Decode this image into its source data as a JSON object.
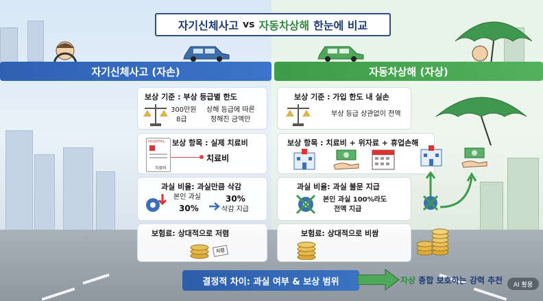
{
  "title": {
    "left": "자기신체사고",
    "vs": "vs",
    "right": "자동차상해",
    "suffix": "한눈에 비교"
  },
  "banners": {
    "left": "자기신체사고 (자손)",
    "right": "자동차상해 (자상)"
  },
  "left": {
    "basis": {
      "head": "보상 기준 : 부상 등급별 한도",
      "line1": "300만원",
      "line2": "8급",
      "line3": "상해 등급에 따른",
      "line4": "정해진 금액만"
    },
    "items": {
      "head": "보상 항목 : 실제 치료비",
      "doc_label": "HOSPITAL",
      "doc_footer": "치료비",
      "callout": "치료비"
    },
    "fault": {
      "head": "과실 비율: 과실만큼 삭감",
      "own": "본인 과실",
      "own_pct": "30%",
      "cut_pct": "30%",
      "cut_label": "삭감 지급"
    },
    "premium": {
      "head": "보험료: 상대적으로 저렴",
      "coin_tag": "저렴"
    }
  },
  "right": {
    "basis": {
      "head": "보상 기준 : 가입 한도 내 실손",
      "line1": "부상 등급 상관없이 전액"
    },
    "items": {
      "head": "보상 항목 : 치료비 + 위자료 + 휴업손해"
    },
    "fault": {
      "head": "과실 비율: 과실 불문 지급",
      "line1": "본인 과실 100%라도",
      "line2": "전액 지급"
    },
    "premium": {
      "head": "보험료: 상대적으로 비쌈"
    }
  },
  "bottom": {
    "bar": "결정적 차이: 과실 여부 & 보상 범위",
    "right_g": "자상",
    "right_rest": "종합 보호하는 강력 추천"
  },
  "badge": "AI 활용",
  "colors": {
    "blue": "#2f61b3",
    "green": "#3d9c48",
    "navy": "#1c3a73"
  }
}
